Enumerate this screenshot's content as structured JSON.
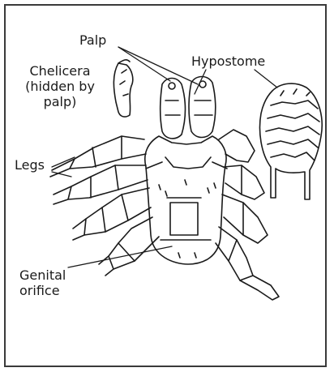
{
  "labels": {
    "palp": "Palp",
    "hypostome": "Hypostome",
    "chelicera": [
      "Chelicera",
      "(hidden by",
      "palp)"
    ],
    "legs": "Legs",
    "genital": [
      "Genital",
      "orifice"
    ]
  },
  "colors": {
    "ink": "#1a1a1a",
    "border": "#3a3a3a",
    "paper": "#ffffff"
  }
}
